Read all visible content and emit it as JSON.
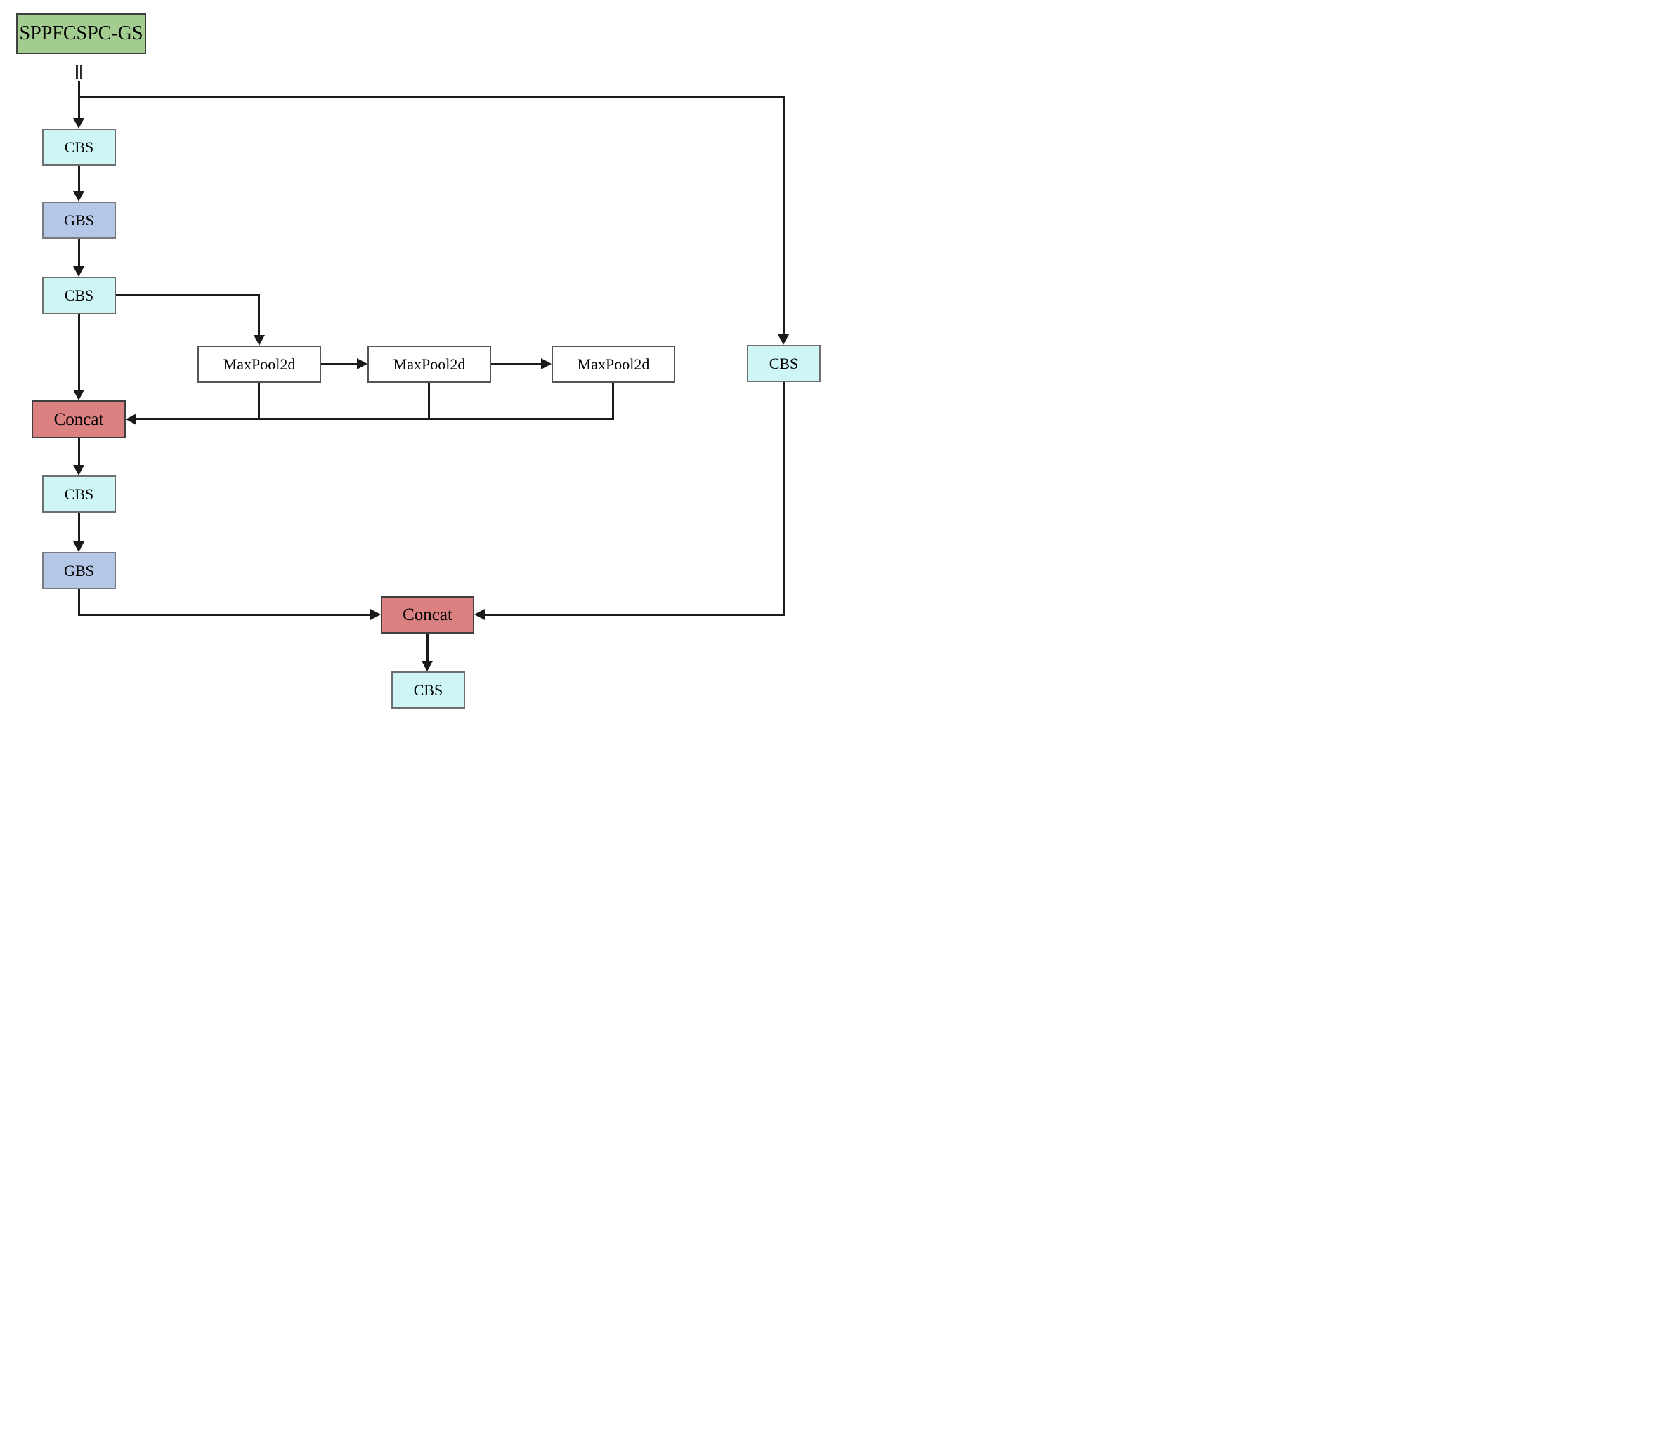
{
  "diagram": {
    "title": "SPPFCSPC-GS",
    "equivalence_symbol": "‖",
    "nodes": {
      "module": {
        "label": "SPPFCSPC-GS"
      },
      "cbs_1": {
        "label": "CBS"
      },
      "gbs_1": {
        "label": "GBS"
      },
      "cbs_2": {
        "label": "CBS"
      },
      "maxpool_1": {
        "label": "MaxPool2d"
      },
      "maxpool_2": {
        "label": "MaxPool2d"
      },
      "maxpool_3": {
        "label": "MaxPool2d"
      },
      "concat_1": {
        "label": "Concat"
      },
      "cbs_3": {
        "label": "CBS"
      },
      "gbs_2": {
        "label": "GBS"
      },
      "cbs_right": {
        "label": "CBS"
      },
      "concat_2": {
        "label": "Concat"
      },
      "cbs_out": {
        "label": "CBS"
      }
    },
    "colors": {
      "module_fill": "#A3CD90",
      "cbs_fill": "#CFF6F7",
      "gbs_fill": "#B4C7E7",
      "concat_fill": "#DC8181",
      "maxpool_fill": "#FFFFFF",
      "line": "#1A1A1A"
    }
  }
}
